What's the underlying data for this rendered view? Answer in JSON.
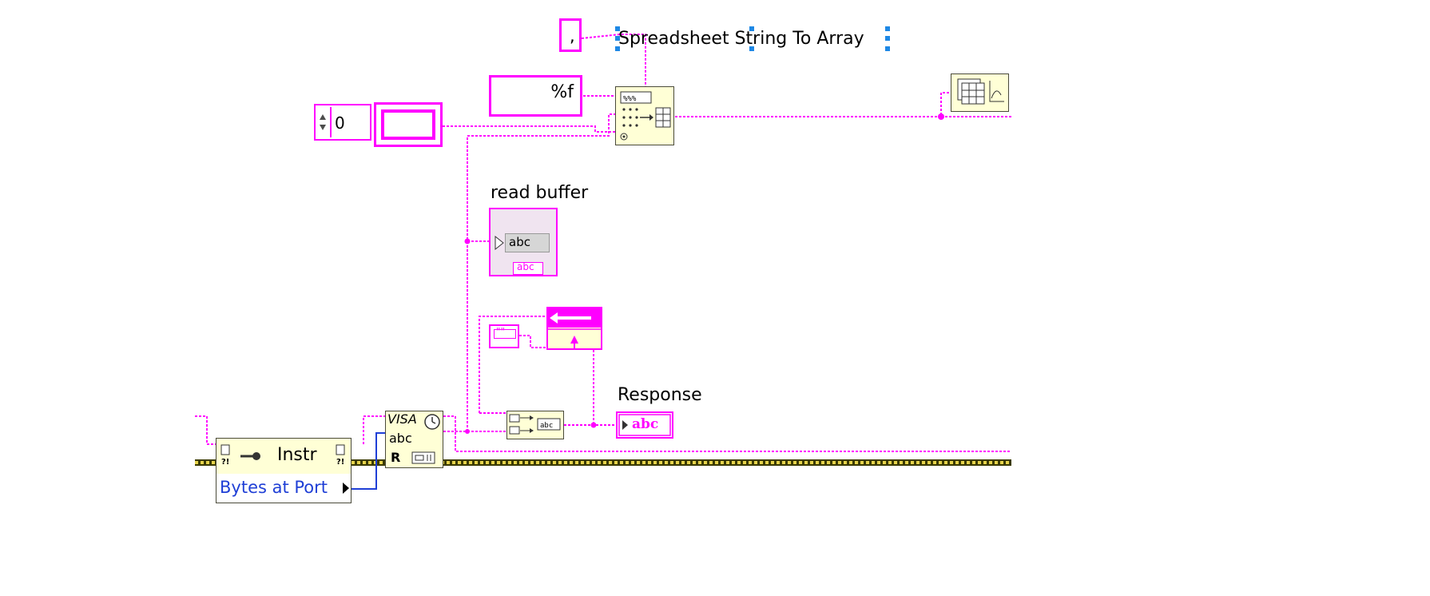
{
  "labels": {
    "spreadsheet_fn": "Spreadsheet String To Array",
    "read_buffer": "read buffer",
    "response": "Response",
    "instr": "Instr",
    "bytes_at_port": "Bytes at Port",
    "visa_text": "VISA",
    "abc": "abc",
    "r_letter": "R"
  },
  "constants": {
    "delimiter": ",",
    "format": "%f",
    "index_value": "0",
    "empty_string": "\"\""
  },
  "colors": {
    "string_wire": "#ff00ff",
    "refnum_wire_a": "#b8a300",
    "refnum_wire_b": "#3a3a00",
    "numeric_wire": "#1f3fd6",
    "function_fill": "#ffffd6",
    "selection": "#1e88e5"
  },
  "icons": {
    "array_fn": "spreadsheet-string-to-array-icon",
    "visa_read": "visa-read-icon",
    "shift_register": "shift-register-icon",
    "concat": "concatenate-strings-icon",
    "graph": "graph-indicator-icon"
  }
}
